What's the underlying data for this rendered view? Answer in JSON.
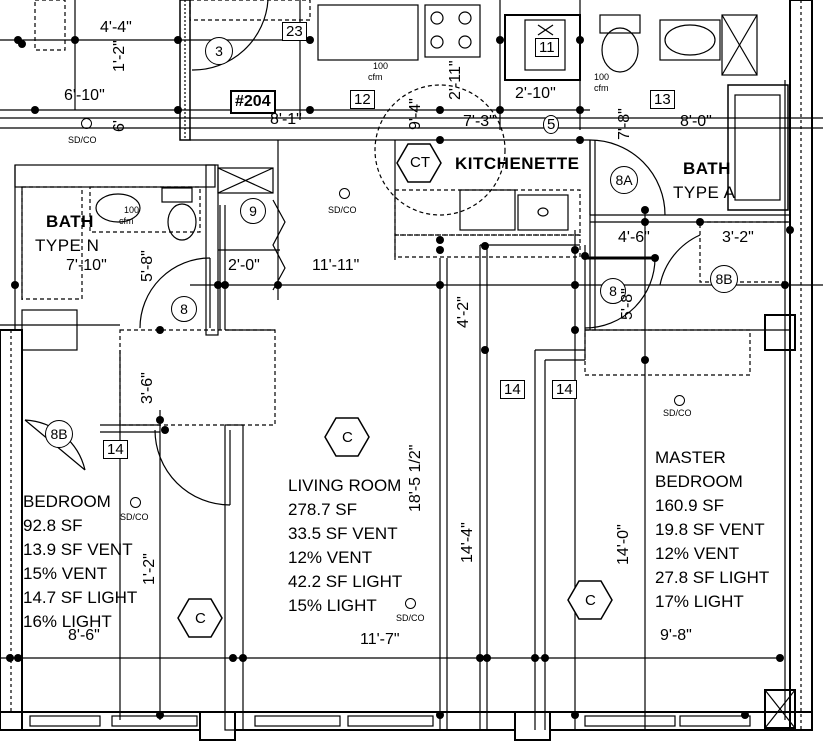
{
  "unit_tag": "#204",
  "rooms": {
    "kitchenette": {
      "title": "KITCHENETTE"
    },
    "bath_n": {
      "title_line1": "BATH",
      "title_line2": "TYPE N"
    },
    "bath_a": {
      "title_line1": "BATH",
      "title_line2": "TYPE A"
    },
    "living": {
      "title": "LIVING ROOM",
      "area": "278.7 SF",
      "vent_sf": "33.5 SF VENT",
      "vent_pct": "12% VENT",
      "light_sf": "42.2 SF LIGHT",
      "light_pct": "15% LIGHT"
    },
    "bedroom": {
      "title": "BEDROOM",
      "area": "92.8 SF",
      "vent_sf": "13.9 SF VENT",
      "vent_pct": "15% VENT",
      "light_sf": "14.7 SF LIGHT",
      "light_pct": "16% LIGHT"
    },
    "master": {
      "title_line1": "MASTER",
      "title_line2": "BEDROOM",
      "area": "160.9 SF",
      "vent_sf": "19.8 SF VENT",
      "vent_pct": "12% VENT",
      "light_sf": "27.8 SF LIGHT",
      "light_pct": "17% LIGHT"
    }
  },
  "dimensions": {
    "d1": "4'-4\"",
    "d2": "1'-2\"",
    "d3": "6'-10\"",
    "d4": "6'",
    "d5": "8'-1\"",
    "d6": "9'-4\"",
    "d7": "7'-3\"",
    "d8": "2'-11\"",
    "d9": "2'-10\"",
    "d10": "7'-8\"",
    "d11": "8'-0\"",
    "d12": "7'-10\"",
    "d13": "5'-8\"",
    "d14": "2'-0\"",
    "d15": "11'-11\"",
    "d16": "4'-6\"",
    "d17": "3'-2\"",
    "d18": "4'-2\"",
    "d19": "5'-8\"",
    "d20": "3'-6\"",
    "d21": "18'-5 1/2\"",
    "d22": "14'-4\"",
    "d23": "14'-0\"",
    "d24": "1'-2\"",
    "d25": "8'-6\"",
    "d26": "11'-7\"",
    "d27": "9'-8\""
  },
  "symbols": {
    "smoke": "SD/CO",
    "fan_cfm_value": "100",
    "fan_cfm_unit": "cfm",
    "counter_tag": "CT",
    "closet_tag": "C"
  },
  "door_tags": [
    "3",
    "8",
    "8A",
    "8B",
    "8B",
    "8",
    "9"
  ],
  "keynotes": [
    "23",
    "11",
    "12",
    "5",
    "13",
    "14",
    "14",
    "14"
  ]
}
